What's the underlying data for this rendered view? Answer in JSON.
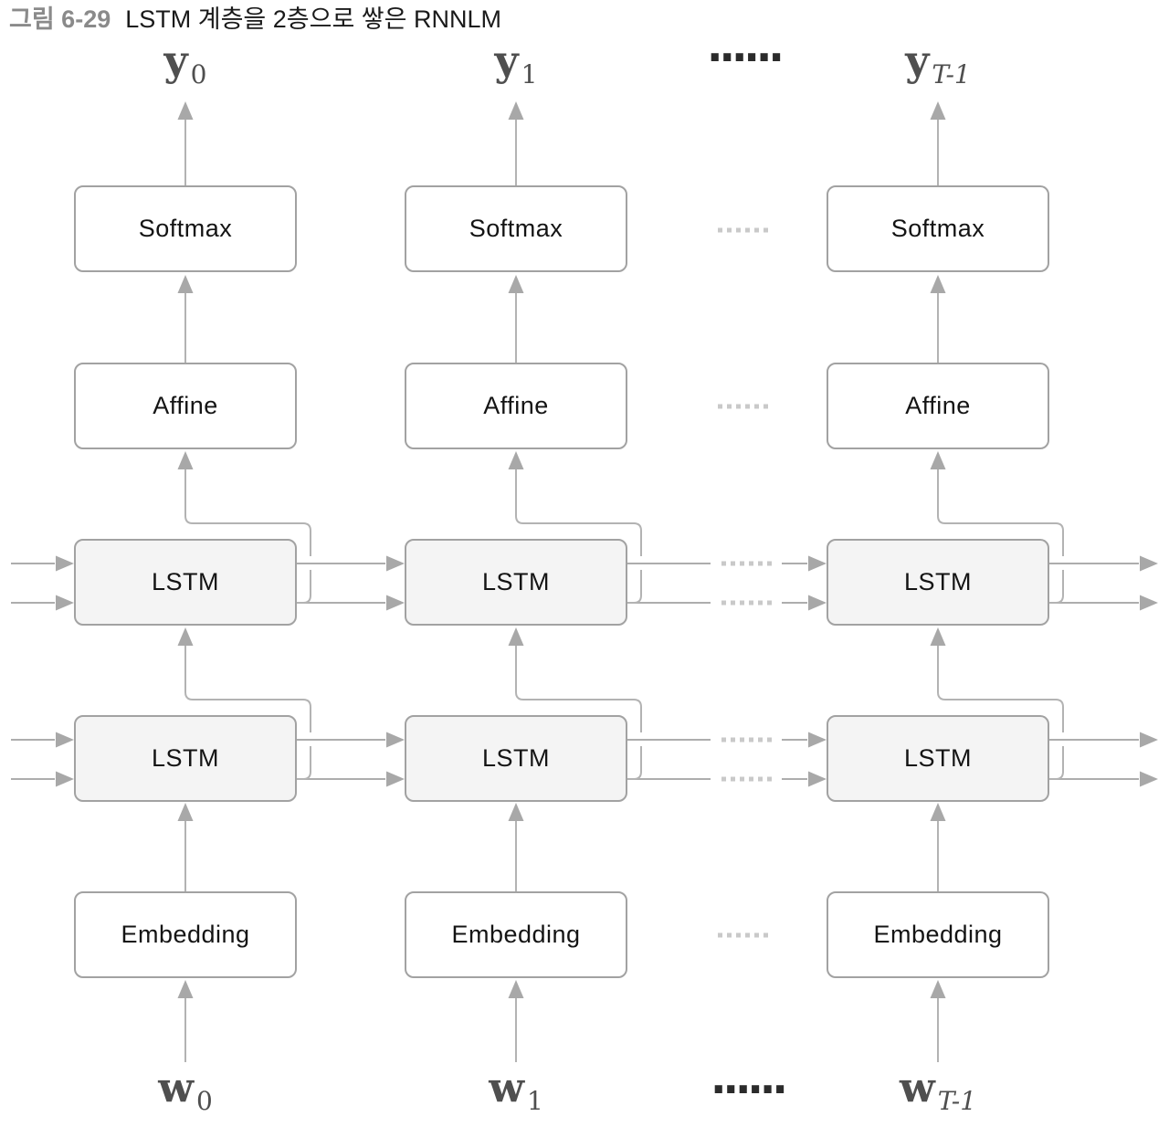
{
  "caption": {
    "figure_label": "그림 6-29",
    "title": "LSTM 계층을 2층으로 쌓은 RNNLM"
  },
  "diagram": {
    "ellipsis_top": "......",
    "ellipsis_bottom": "......",
    "columns": [
      {
        "output": {
          "base": "y",
          "sub": "0"
        },
        "input": {
          "base": "w",
          "sub": "0"
        },
        "boxes": {
          "softmax": "Softmax",
          "affine": "Affine",
          "lstm2": "LSTM",
          "lstm1": "LSTM",
          "embedding": "Embedding"
        }
      },
      {
        "output": {
          "base": "y",
          "sub": "1"
        },
        "input": {
          "base": "w",
          "sub": "1"
        },
        "boxes": {
          "softmax": "Softmax",
          "affine": "Affine",
          "lstm2": "LSTM",
          "lstm1": "LSTM",
          "embedding": "Embedding"
        }
      },
      {
        "output": {
          "base": "y",
          "sub": "T-1"
        },
        "input": {
          "base": "w",
          "sub": "T-1"
        },
        "boxes": {
          "softmax": "Softmax",
          "affine": "Affine",
          "lstm2": "LSTM",
          "lstm1": "LSTM",
          "embedding": "Embedding"
        }
      }
    ]
  },
  "colors": {
    "wire": "#adadad",
    "elbow_wire": "#b3b3b3",
    "arrowhead": "#a8a8a8",
    "light_dot": "#c9c9c9",
    "box_border": "#a2a2a2",
    "lstm_fill": "#f4f4f4",
    "label_gray": "#4f4f4f",
    "caption_gray": "#8a8a8a"
  }
}
